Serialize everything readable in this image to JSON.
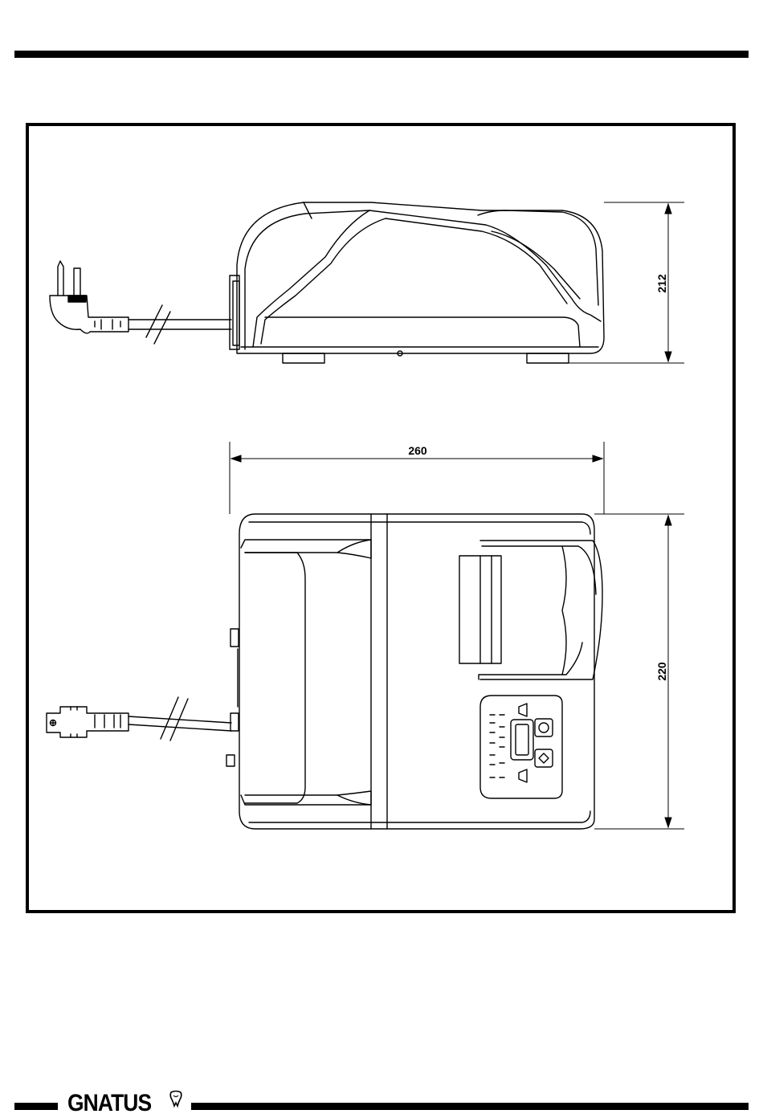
{
  "dimensions": {
    "height": "212",
    "length": "260",
    "width": "220"
  },
  "footer": {
    "brand": "GNATUS"
  },
  "icons": {
    "brand_mark": "tooth-logo-icon",
    "control_up": "arrow-up-icon",
    "control_down": "arrow-down-icon",
    "control_play": "play-icon"
  }
}
